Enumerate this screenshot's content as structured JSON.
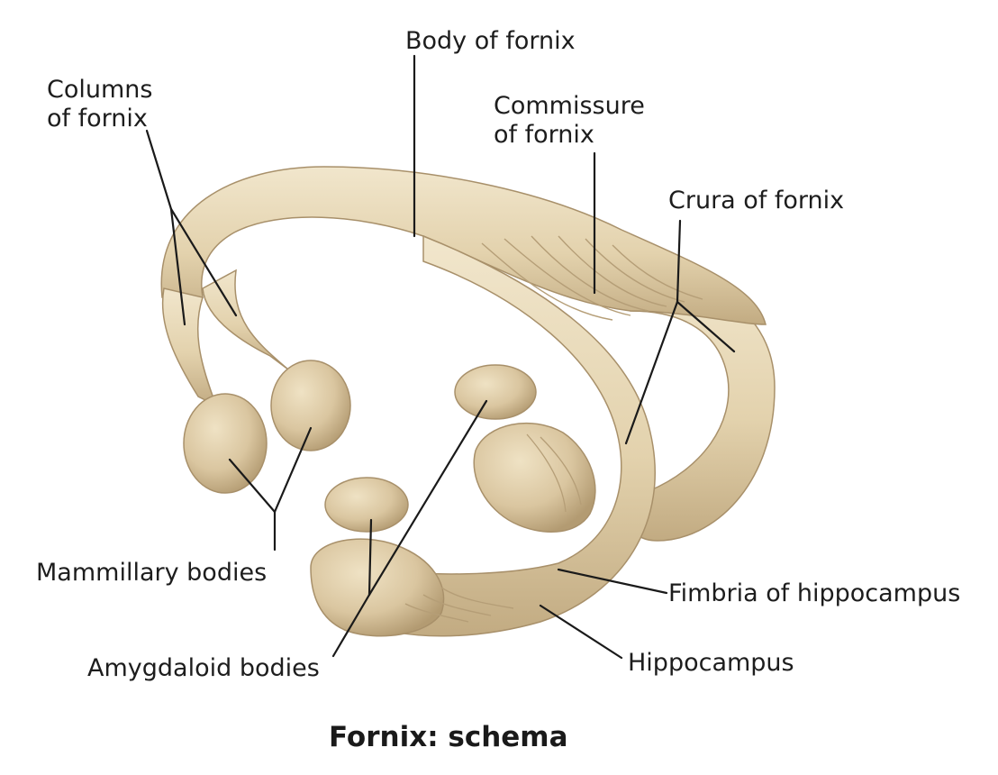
{
  "title": "Fornix: schema",
  "labels": {
    "body_of_fornix": "Body of fornix",
    "columns_of_fornix_line1": "Columns",
    "columns_of_fornix_line2": "of fornix",
    "commissure_of_fornix_line1": "Commissure",
    "commissure_of_fornix_line2": "of fornix",
    "crura_of_fornix": "Crura of fornix",
    "mammillary_bodies": "Mammillary bodies",
    "fimbria_of_hippocampus": "Fimbria of hippocampus",
    "hippocampus": "Hippocampus",
    "amygdaloid_bodies": "Amygdaloid bodies"
  },
  "colors": {
    "structure_fill": "#e8d9b8",
    "structure_shadow": "#b8a27a",
    "leader_line": "#1a1a1a"
  }
}
